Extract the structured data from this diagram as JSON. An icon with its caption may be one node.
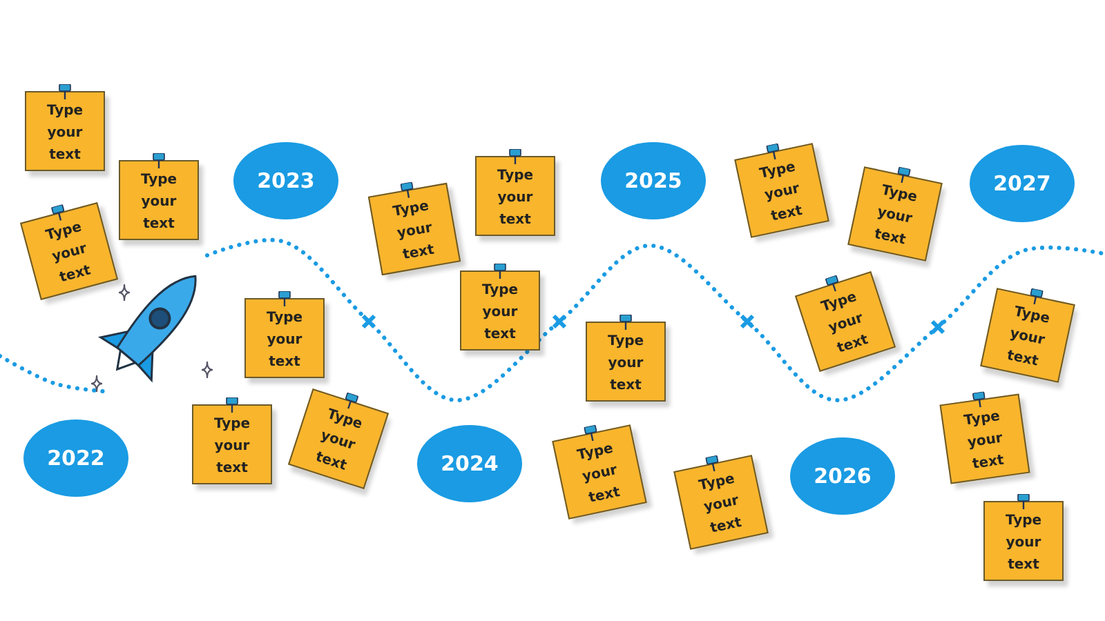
{
  "diagram": {
    "nodes": [
      {
        "text": [
          "2022"
        ]
      },
      {
        "text": [
          "2023"
        ]
      },
      {
        "text": [
          "2024"
        ]
      },
      {
        "text": [
          "2025"
        ]
      },
      {
        "text": [
          "2026"
        ]
      },
      {
        "text": [
          "2027"
        ]
      },
      {
        "text": [
          "Type your text"
        ]
      },
      {
        "text": [
          "Type your text"
        ]
      },
      {
        "text": [
          "Type your text"
        ]
      },
      {
        "text": [
          "Type your text"
        ]
      },
      {
        "text": [
          "Type your text"
        ]
      },
      {
        "text": [
          "Type your text"
        ]
      },
      {
        "text": [
          "Type your text"
        ]
      },
      {
        "text": [
          "Type your text"
        ]
      },
      {
        "text": [
          "Type your text"
        ]
      },
      {
        "text": [
          "Type your text"
        ]
      },
      {
        "text": [
          "Type your text"
        ]
      },
      {
        "text": [
          "Type your text"
        ]
      },
      {
        "text": [
          "Type your text"
        ]
      },
      {
        "text": [
          "Type your text"
        ]
      },
      {
        "text": [
          "Type your text"
        ]
      },
      {
        "text": [
          "Type your text"
        ]
      },
      {
        "text": [
          "Type your text"
        ]
      },
      {
        "text": [
          "Type your text"
        ]
      }
    ]
  }
}
